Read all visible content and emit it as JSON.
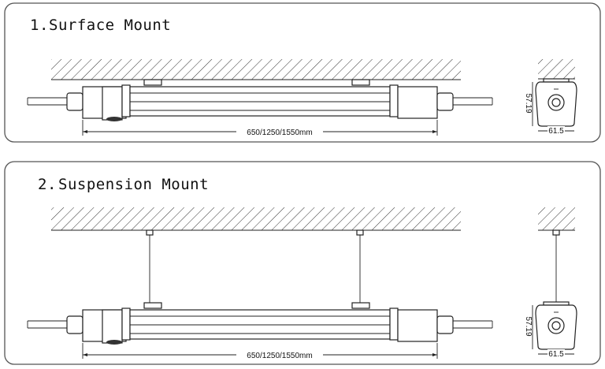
{
  "sections": [
    {
      "number": "1.",
      "title": "Surface Mount",
      "length_label": "650/1250/1550mm",
      "height_label": "57.19",
      "width_label": "61.5"
    },
    {
      "number": "2.",
      "title": "Suspension Mount",
      "length_label": "650/1250/1550mm",
      "height_label": "57.19",
      "width_label": "61.5"
    }
  ],
  "colors": {
    "line": "#222222",
    "panel_border": "#555555"
  }
}
